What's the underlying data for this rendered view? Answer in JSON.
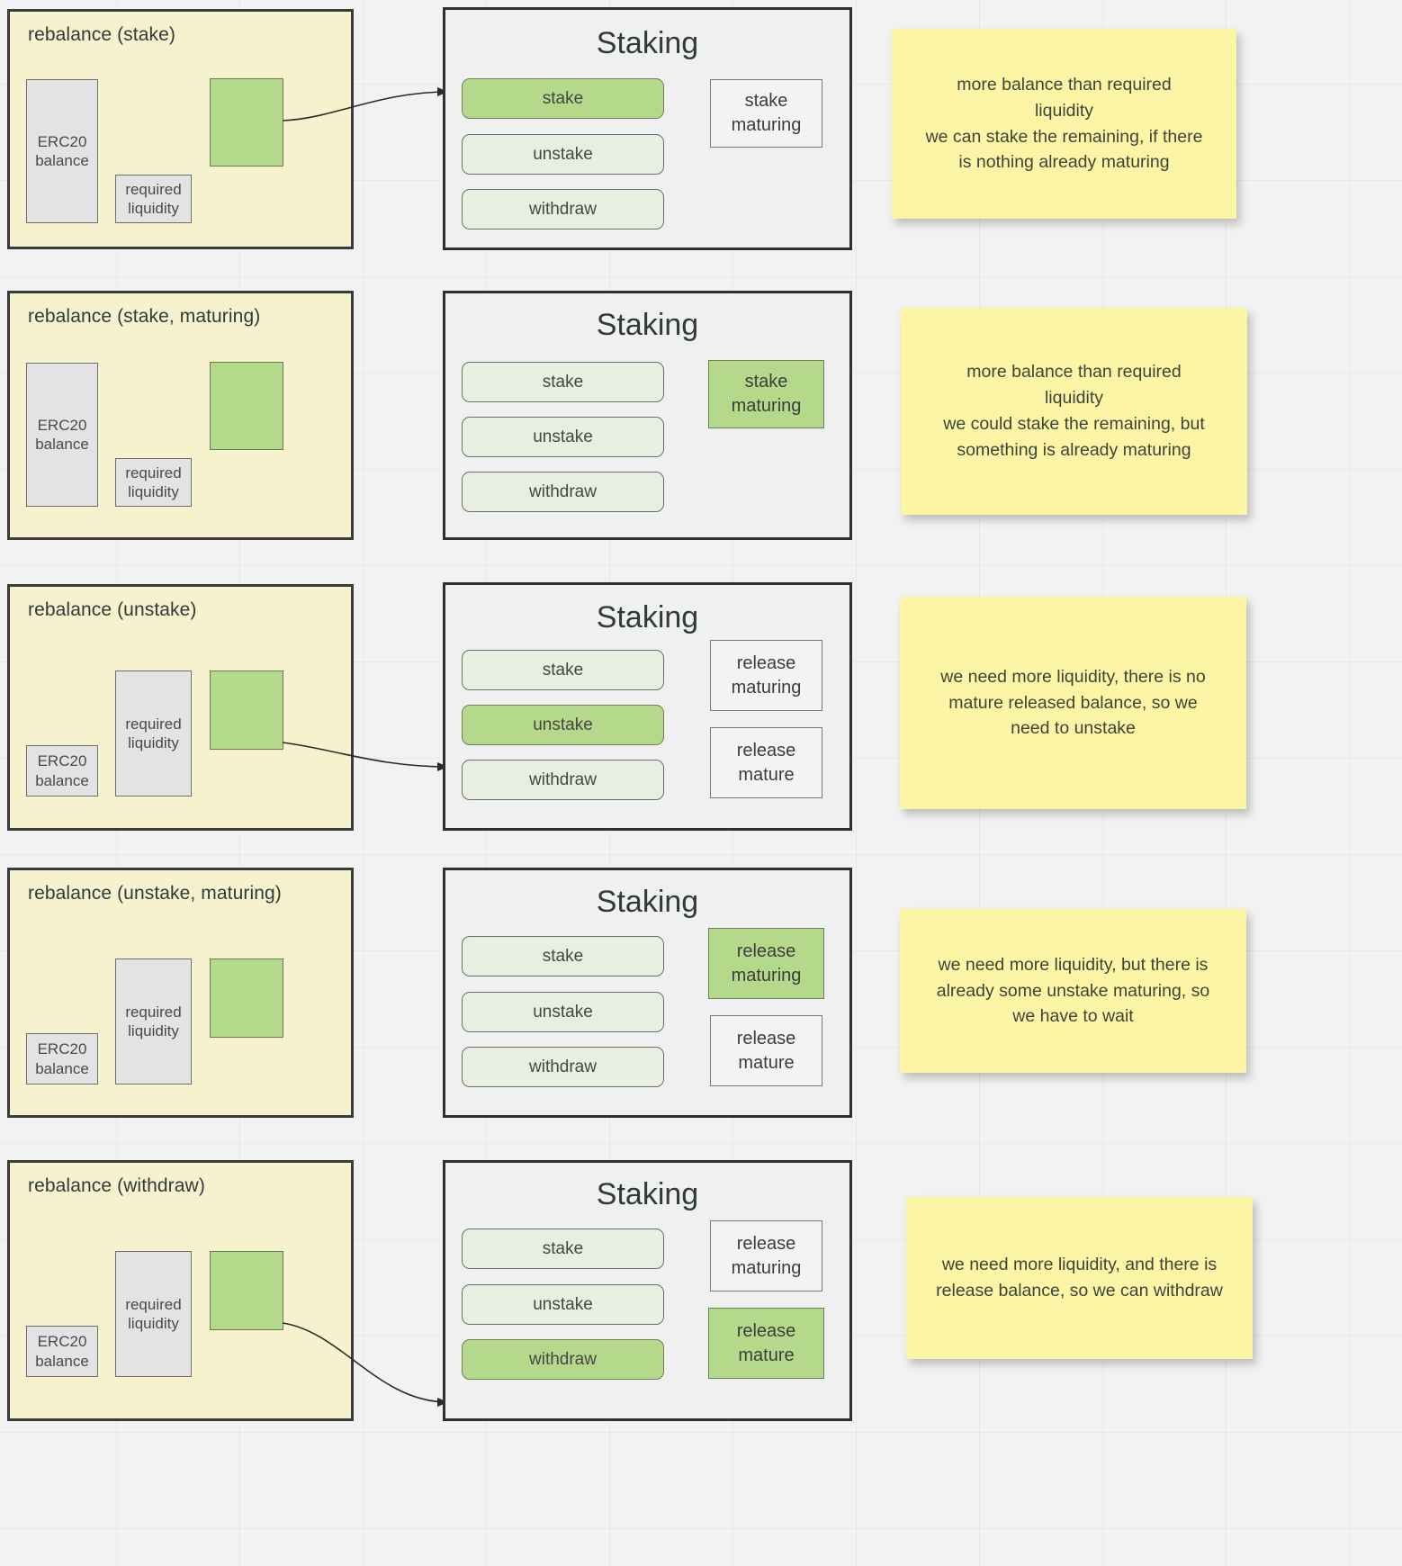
{
  "canvas": {
    "background": "#f2f2f2",
    "frame_fill": "#f6f2cd",
    "panel_fill": "#f0f0f0",
    "accent_green": "#b5d98a",
    "pill_fill": "#e6efe0",
    "note_fill": "#fdf5a6",
    "bar_fill": "#e3e3e3"
  },
  "labels": {
    "erc20_line1": "ERC20",
    "erc20_line2": "balance",
    "required_line1": "required",
    "required_line2": "liquidity",
    "staking_title": "Staking",
    "stake": "stake",
    "unstake": "unstake",
    "withdraw": "withdraw",
    "stake_maturing_l1": "stake",
    "stake_maturing_l2": "maturing",
    "release_maturing_l1": "release",
    "release_maturing_l2": "maturing",
    "release_mature_l1": "release",
    "release_mature_l2": "mature"
  },
  "rows": [
    {
      "id": "rebalance-stake",
      "title": "rebalance (stake)",
      "note_lines": [
        "more balance than required",
        "liquidity",
        "we can stake the remaining, if there",
        "is nothing already maturing"
      ],
      "active_pill": "stake",
      "active_box": null,
      "arrow": true,
      "right_boxes": [
        "stake-maturing"
      ]
    },
    {
      "id": "rebalance-stake-maturing",
      "title": "rebalance (stake, maturing)",
      "note_lines": [
        "more balance than required",
        "liquidity",
        "we could stake the remaining, but",
        "something is already maturing"
      ],
      "active_pill": null,
      "active_box": "stake-maturing",
      "arrow": false,
      "right_boxes": [
        "stake-maturing"
      ]
    },
    {
      "id": "rebalance-unstake",
      "title": "rebalance (unstake)",
      "note_lines": [
        "we need more liquidity, there is no",
        "mature released balance, so we",
        "need to unstake"
      ],
      "active_pill": "unstake",
      "active_box": null,
      "arrow": true,
      "right_boxes": [
        "release-maturing",
        "release-mature"
      ]
    },
    {
      "id": "rebalance-unstake-maturing",
      "title": "rebalance (unstake, maturing)",
      "note_lines": [
        "we need more liquidity, but there is",
        "already some unstake maturing, so",
        "we have to wait"
      ],
      "active_pill": null,
      "active_box": "release-maturing",
      "arrow": false,
      "right_boxes": [
        "release-maturing",
        "release-mature"
      ]
    },
    {
      "id": "rebalance-withdraw",
      "title": "rebalance (withdraw)",
      "note_lines": [
        "we need more liquidity, and there is",
        "release balance, so we can withdraw"
      ],
      "active_pill": "withdraw",
      "active_box": "release-mature",
      "arrow": true,
      "right_boxes": [
        "release-maturing",
        "release-mature"
      ]
    }
  ]
}
